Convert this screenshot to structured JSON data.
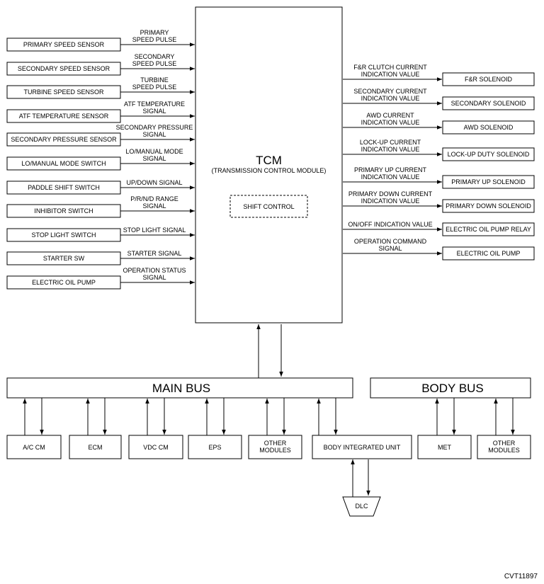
{
  "tcm": {
    "title": "TCM",
    "subtitle": "(TRANSMISSION CONTROL MODULE)",
    "shift_control": "SHIFT CONTROL"
  },
  "inputs": [
    {
      "box": "PRIMARY SPEED SENSOR",
      "signal": [
        "PRIMARY",
        "SPEED PULSE"
      ]
    },
    {
      "box": "SECONDARY SPEED SENSOR",
      "signal": [
        "SECONDARY",
        "SPEED PULSE"
      ]
    },
    {
      "box": "TURBINE SPEED SENSOR",
      "signal": [
        "TURBINE",
        "SPEED PULSE"
      ]
    },
    {
      "box": "ATF TEMPERATURE SENSOR",
      "signal": [
        "ATF TEMPERATURE",
        "SIGNAL"
      ]
    },
    {
      "box": "SECONDARY PRESSURE SENSOR",
      "signal": [
        "SECONDARY PRESSURE",
        "SIGNAL"
      ]
    },
    {
      "box": "LO/MANUAL MODE SWITCH",
      "signal": [
        "LO/MANUAL MODE",
        "SIGNAL"
      ]
    },
    {
      "box": "PADDLE SHIFT SWITCH",
      "signal": [
        "UP/DOWN SIGNAL"
      ]
    },
    {
      "box": "INHIBITOR SWITCH",
      "signal": [
        "P/R/N/D RANGE",
        "SIGNAL"
      ]
    },
    {
      "box": "STOP LIGHT SWITCH",
      "signal": [
        "STOP LIGHT SIGNAL"
      ]
    },
    {
      "box": "STARTER SW",
      "signal": [
        "STARTER SIGNAL"
      ]
    },
    {
      "box": "ELECTRIC OIL PUMP",
      "signal": [
        "OPERATION STATUS",
        "SIGNAL"
      ]
    }
  ],
  "outputs": [
    {
      "box": "F&R SOLENOID",
      "signal": [
        "F&R CLUTCH CURRENT",
        "INDICATION VALUE"
      ]
    },
    {
      "box": "SECONDARY SOLENOID",
      "signal": [
        "SECONDARY CURRENT",
        "INDICATION VALUE"
      ]
    },
    {
      "box": "AWD SOLENOID",
      "signal": [
        "AWD CURRENT",
        "INDICATION VALUE"
      ]
    },
    {
      "box": "LOCK-UP DUTY SOLENOID",
      "signal": [
        "LOCK-UP CURRENT",
        "INDICATION VALUE"
      ]
    },
    {
      "box": "PRIMARY UP SOLENOID",
      "signal": [
        "PRIMARY UP CURRENT",
        "INDICATION VALUE"
      ]
    },
    {
      "box": "PRIMARY DOWN SOLENOID",
      "signal": [
        "PRIMARY DOWN CURRENT",
        "INDICATION VALUE"
      ]
    },
    {
      "box": "ELECTRIC OIL PUMP RELAY",
      "signal": [
        "ON/OFF INDICATION VALUE"
      ]
    },
    {
      "box": "ELECTRIC OIL PUMP",
      "signal": [
        "OPERATION COMMAND",
        "SIGNAL"
      ]
    }
  ],
  "buses": {
    "main": "MAIN BUS",
    "body": "BODY BUS"
  },
  "modules": [
    [
      "A/C CM"
    ],
    [
      "ECM"
    ],
    [
      "VDC CM"
    ],
    [
      "EPS"
    ],
    [
      "OTHER",
      "MODULES"
    ],
    [
      "BODY INTEGRATED UNIT"
    ],
    [
      "MET"
    ],
    [
      "OTHER",
      "MODULES"
    ]
  ],
  "dlc": "DLC",
  "figure_id": "CVT11897"
}
